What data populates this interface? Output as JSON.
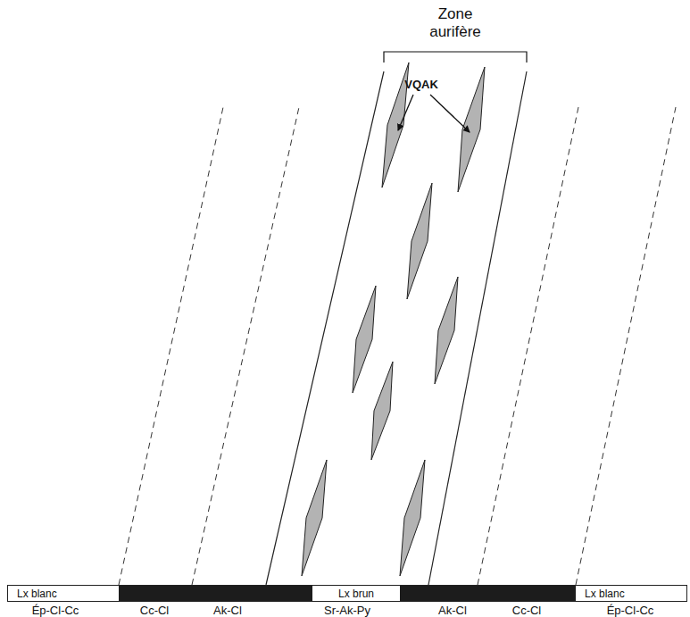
{
  "diagram": {
    "nodes": [
      {
        "text": [
          "Lx blanc"
        ]
      },
      {
        "text": [
          "Lx brun"
        ]
      },
      {
        "text": [
          "Lx blanc"
        ]
      }
    ],
    "labels": [
      "Zone aurifère",
      "VQAK",
      "Ép-Cl-Cc",
      "Cc-Cl",
      "Ak-Cl",
      "Sr-Ak-Py",
      "Ak-Cl",
      "Cc-Cl",
      "Ép-Cl-Cc"
    ]
  }
}
